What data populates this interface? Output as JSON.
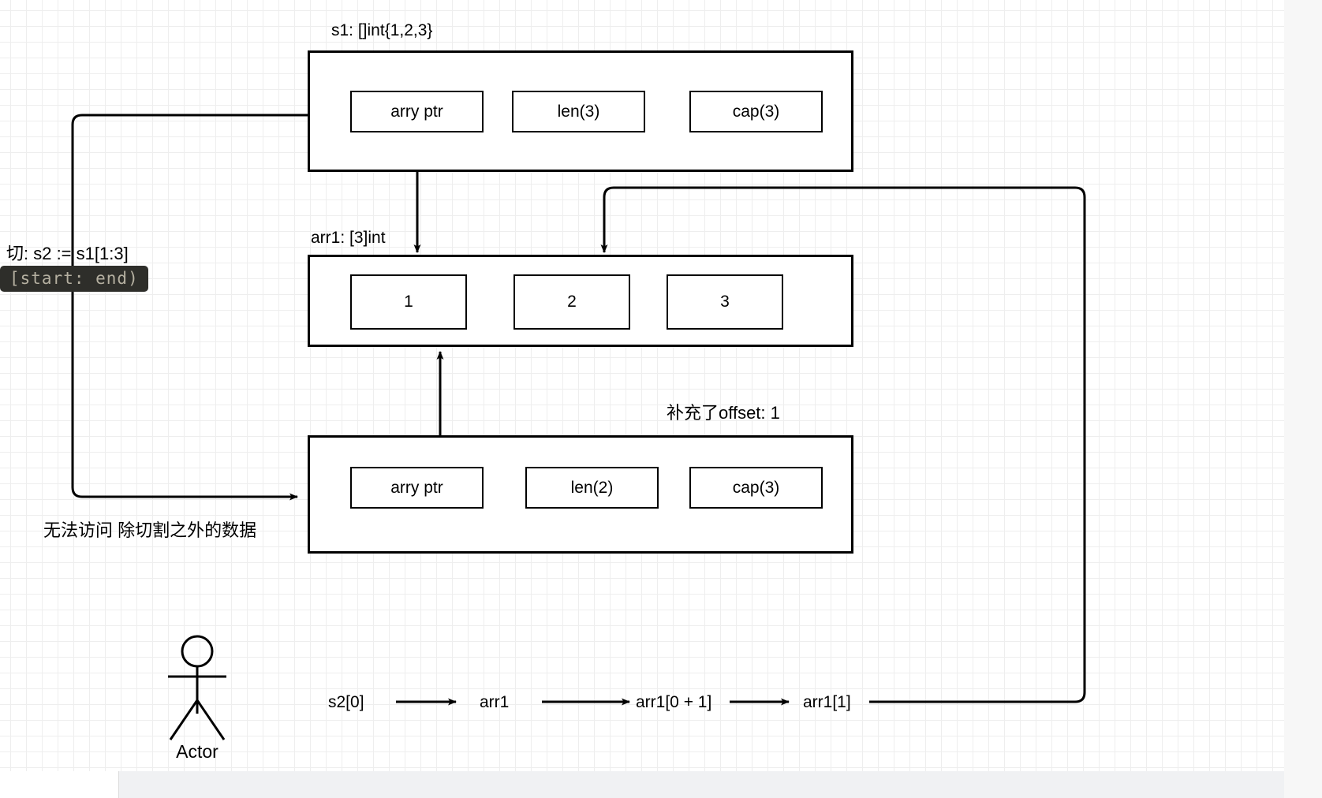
{
  "canvas": {
    "grid": "graph-paper",
    "background_color": "#ffffff",
    "minor_grid_color": "#eeeeee",
    "major_grid_color": "#c8c8c8",
    "stroke_color": "#000000"
  },
  "annotations": {
    "slice_note_label": "切: s2 := s1[1:3]",
    "code_chip": "[start: end)",
    "no_access_note": "无法访问 除切割之外的数据",
    "offset_note": "补充了offset: 1"
  },
  "structs": [
    {
      "id": "s1",
      "title": "s1: []int{1,2,3}",
      "fields": [
        {
          "name": "array-pointer",
          "label": "arry ptr"
        },
        {
          "name": "length",
          "label": "len(3)"
        },
        {
          "name": "capacity",
          "label": "cap(3)"
        }
      ]
    },
    {
      "id": "s2",
      "title": "",
      "fields": [
        {
          "name": "array-pointer",
          "label": "arry ptr"
        },
        {
          "name": "length",
          "label": "len(2)"
        },
        {
          "name": "capacity",
          "label": "cap(3)"
        }
      ]
    }
  ],
  "array": {
    "id": "arr1",
    "title": "arr1: [3]int",
    "cells": [
      {
        "index": 0,
        "label": "1"
      },
      {
        "index": 1,
        "label": "2"
      },
      {
        "index": 2,
        "label": "3"
      }
    ]
  },
  "flow_chain": {
    "nodes": [
      "s2[0]",
      "arr1",
      "arr1[0 + 1]",
      "arr1[1]"
    ]
  },
  "actor": {
    "label": "Actor",
    "icon": "stick-figure-icon"
  }
}
